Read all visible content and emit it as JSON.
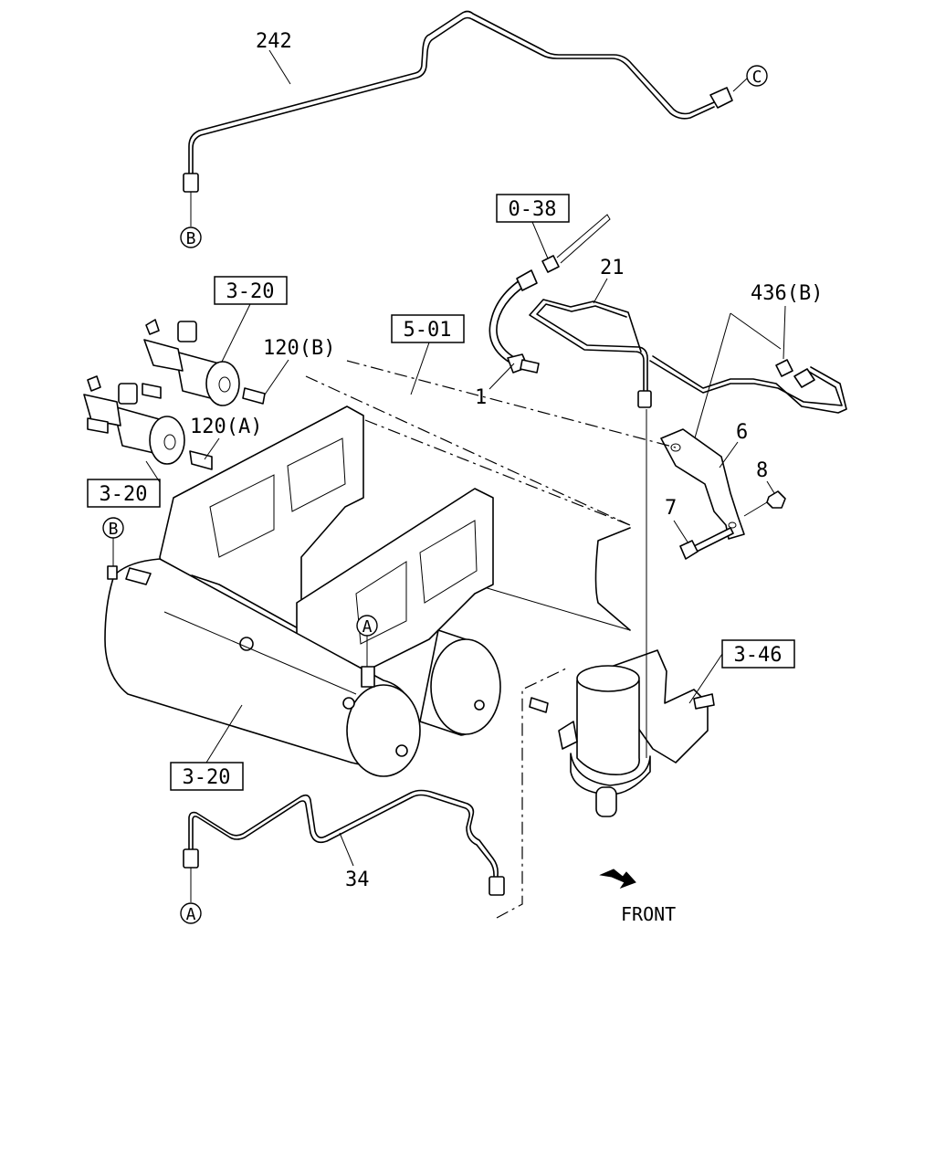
{
  "labels": {
    "tube_242": "242",
    "marker_c": "C",
    "marker_b_top": "B",
    "ref_0_38": "0-38",
    "part_21": "21",
    "part_436b": "436(B)",
    "ref_3_20_top": "3-20",
    "part_120b": "120(B)",
    "ref_5_01": "5-01",
    "part_1": "1",
    "part_120a": "120(A)",
    "part_6": "6",
    "part_8": "8",
    "ref_3_20_mid": "3-20",
    "marker_b_tank": "B",
    "part_7": "7",
    "marker_a_tank": "A",
    "ref_3_46": "3-46",
    "ref_3_20_bottom": "3-20",
    "tube_34": "34",
    "marker_a_bottom": "A",
    "front": "FRONT"
  }
}
